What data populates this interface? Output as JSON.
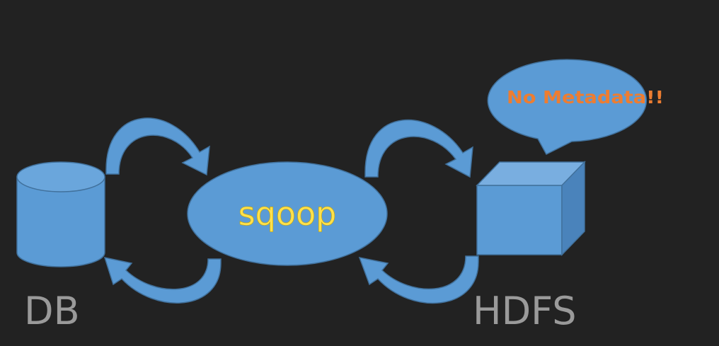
{
  "colors": {
    "background": "#222222",
    "shape_fill": "#5b9bd5",
    "shape_stroke": "#41719c",
    "cube_top": "#79aee0",
    "cube_side": "#4a83bb",
    "sqoop_text": "#ffe14d",
    "bubble_text": "#ed7d31",
    "label_text": "#9a9a9a"
  },
  "nodes": {
    "db": {
      "label": "DB"
    },
    "sqoop": {
      "label": "sqoop"
    },
    "hdfs": {
      "label": "HDFS"
    }
  },
  "callout": {
    "text": "No Metadata!!"
  },
  "arrows": [
    {
      "from": "db",
      "to": "sqoop",
      "direction": "top"
    },
    {
      "from": "sqoop",
      "to": "db",
      "direction": "bottom"
    },
    {
      "from": "sqoop",
      "to": "hdfs",
      "direction": "top"
    },
    {
      "from": "hdfs",
      "to": "sqoop",
      "direction": "bottom"
    }
  ]
}
